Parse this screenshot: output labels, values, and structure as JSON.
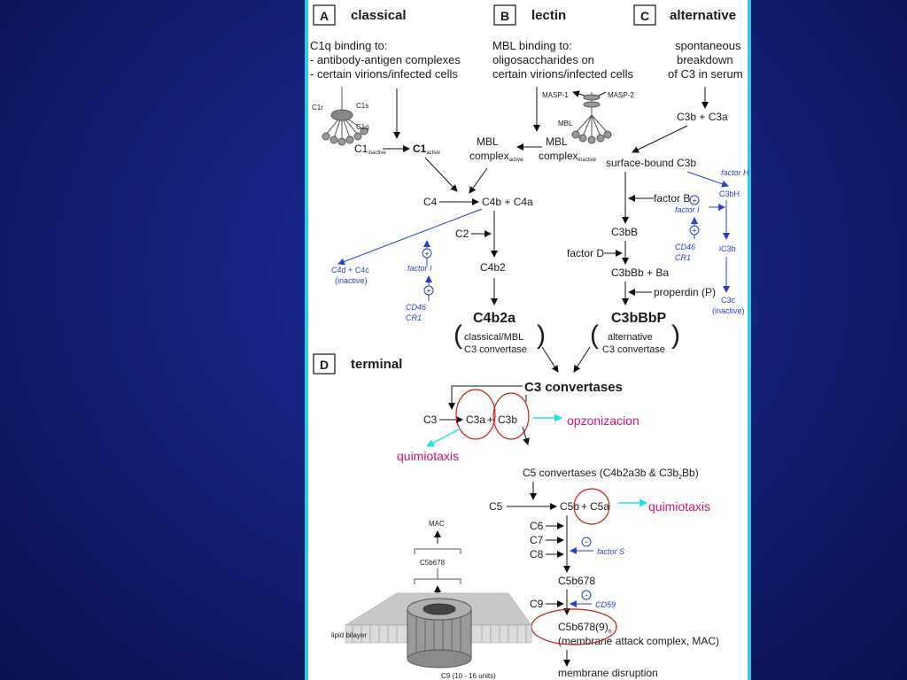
{
  "panels": {
    "A": {
      "letter": "A",
      "title": "classical",
      "desc": [
        "C1q binding to:",
        "- antibody-antigen complexes",
        "- certain virions/infected cells"
      ],
      "c1r": "C1r",
      "c1s": "C1s",
      "c1q": "C1q",
      "c1_inactive": "C1",
      "c1_inactive_sub": "inactive",
      "c1_active": "C1",
      "c1_active_sub": "active"
    },
    "B": {
      "letter": "B",
      "title": "lectin",
      "desc": [
        "MBL binding to:",
        "oligosaccharides on",
        "certain virions/infected cells"
      ],
      "masp1": "MASP-1",
      "masp2": "MASP-2",
      "mbl": "MBL",
      "mbl_complex_active": [
        "MBL",
        "complex"
      ],
      "active_sub": "active",
      "mbl_complex_inactive": [
        "MBL",
        "complex"
      ],
      "inactive_sub": "inactive"
    },
    "C": {
      "letter": "C",
      "title": "alternative",
      "desc": [
        "spontaneous",
        "breakdown",
        "of C3 in serum"
      ],
      "c3b_c3a": "C3b + C3a",
      "surface": "surface-bound C3b",
      "factor_b": "factor B",
      "c3bb": "C3bB",
      "factor_d": "factor D",
      "c3bbb_ba": "C3bBb + Ba",
      "properdin": "properdin (P)",
      "factor_h": "factor H",
      "c3bh": "C3bH",
      "factor_i": "factor I",
      "cd46": "CD46",
      "cr1": "CR1",
      "ic3b": "iC3b",
      "c3c": "C3c",
      "inactive": "(inactive)"
    },
    "D": {
      "letter": "D",
      "title": "terminal"
    }
  },
  "classical_flow": {
    "c4": "C4",
    "c4b_c4a": "C4b + C4a",
    "c2": "C2",
    "c4b2": "C4b2",
    "c4d_c4c": "C4d + C4c",
    "inactive": "(inactive)",
    "factor_i": "factor I",
    "cd46": "CD46",
    "cr1": "CR1",
    "c4b2a": "C4b2a",
    "conv_classical": [
      "classical/MBL",
      "C3 convertase"
    ],
    "c3bbbp": "C3bBbP",
    "conv_alt": [
      "alternative",
      "C3 convertase"
    ]
  },
  "terminal_flow": {
    "c3_convertases": "C3 convertases",
    "c3": "C3",
    "c3a": "C3a",
    "plus": "+",
    "c3b": "C3b",
    "opsonization": "opzonizacion",
    "chemotaxis_1": "quimiotaxis",
    "c5_convertases_prefix": "C5 convertases (C4b2a3b & C3b",
    "c5_convertases_sub": "2",
    "c5_convertases_suffix": "Bb)",
    "c5": "C5",
    "c5b": "C5b",
    "c5a": "C5a",
    "chemotaxis_2": "quimiotaxis",
    "c6": "C6",
    "c7": "C7",
    "c8": "C8",
    "factor_s": "factor S",
    "c5b678": "C5b678",
    "c9": "C9",
    "cd59": "CD59",
    "c5b6789n": "C5b678(9)",
    "n_sub": "n",
    "mac": "(membrane attack complex, MAC)",
    "disruption": "membrane disruption",
    "plus_symbol": "+",
    "minus_symbol": "-"
  },
  "mac_illustration": {
    "mac": "MAC",
    "c5b678": "C5b678",
    "lipid_bilayer": "lipid bilayer",
    "c9_units": "C9 (10 - 16 units)"
  },
  "colors": {
    "background": "#142078",
    "panel_border": "#35c8e6",
    "regulator_blue": "#2a3fd0",
    "annotation_pink": "#d0147a",
    "highlight_red": "#d01818",
    "cyan_arrow": "#22e0f0"
  }
}
